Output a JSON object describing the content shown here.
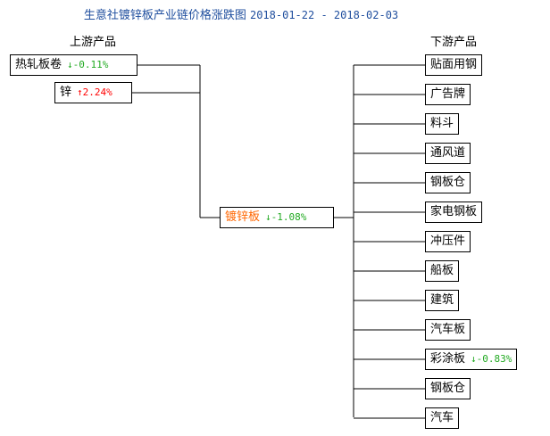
{
  "title": {
    "text": "生意社镀锌板产业链价格涨跌图",
    "date_range": "2018-01-22 - 2018-02-03"
  },
  "upstream": {
    "heading": "上游产品",
    "items": [
      {
        "name": "热轧板卷",
        "arrow": "↓",
        "change": "-0.11%",
        "direction": "down"
      },
      {
        "name": "锌",
        "arrow": "↑",
        "change": "2.24%",
        "direction": "up"
      }
    ]
  },
  "center": {
    "name": "镀锌板",
    "arrow": "↓",
    "change": "-1.08%",
    "direction": "down"
  },
  "downstream": {
    "heading": "下游产品",
    "items": [
      {
        "name": "贴面用钢"
      },
      {
        "name": "广告牌"
      },
      {
        "name": "料斗"
      },
      {
        "name": "通风道"
      },
      {
        "name": "钢板仓"
      },
      {
        "name": "家电钢板"
      },
      {
        "name": "冲压件"
      },
      {
        "name": "船板"
      },
      {
        "name": "建筑"
      },
      {
        "name": "汽车板"
      },
      {
        "name": "彩涂板",
        "arrow": "↓",
        "change": "-0.83%",
        "direction": "down"
      },
      {
        "name": "钢板仓"
      },
      {
        "name": "汽车"
      }
    ]
  },
  "colors": {
    "title": "#1f4e9e",
    "down": "#22aa22",
    "up": "#ff0000",
    "center_name": "#ff6600"
  }
}
